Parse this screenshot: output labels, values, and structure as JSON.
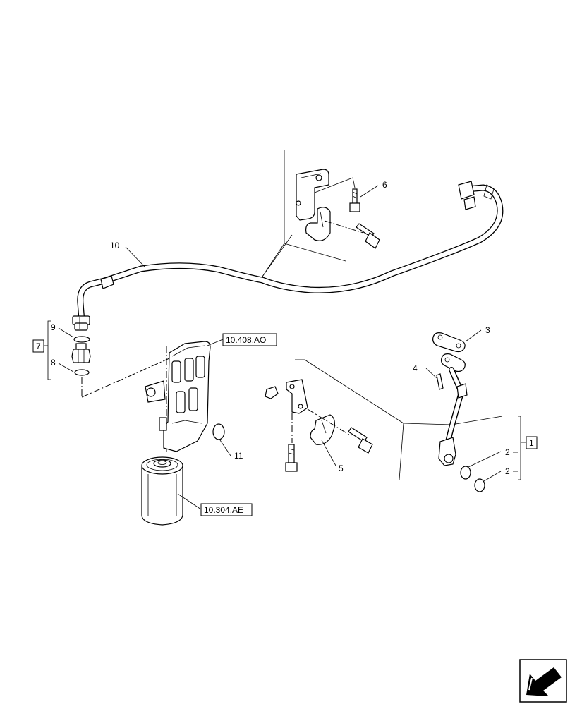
{
  "callouts": {
    "c1": "1",
    "c2a": "2",
    "c2b": "2",
    "c3": "3",
    "c4": "4",
    "c5": "5",
    "c6": "6",
    "c7": "7",
    "c8": "8",
    "c9": "9",
    "c10": "10",
    "c11": "11"
  },
  "references": {
    "ref_top": "10.408.AO",
    "ref_filter": "10.304.AE"
  },
  "icons": {
    "nav": "arrow-bottom-left-icon"
  }
}
